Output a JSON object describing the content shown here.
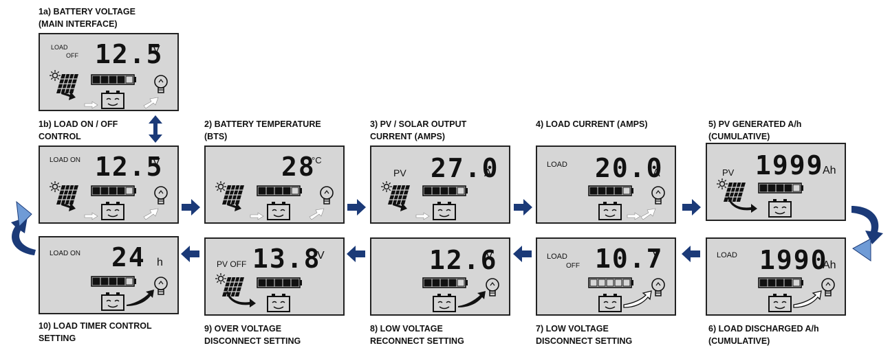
{
  "captions": {
    "c1a": [
      "1a) BATTERY VOLTAGE",
      "(MAIN INTERFACE)"
    ],
    "c1b": [
      "1b) LOAD ON / OFF",
      "CONTROL"
    ],
    "c2": [
      "2) BATTERY TEMPERATURE",
      "(BTS)"
    ],
    "c3": [
      "3) PV / SOLAR OUTPUT",
      "CURRENT (AMPS)"
    ],
    "c4": [
      "4) LOAD CURRENT (AMPS)"
    ],
    "c5": [
      "5) PV GENERATED A/h",
      "(CUMULATIVE)"
    ],
    "c6": [
      "6) LOAD DISCHARGED A/h",
      "(CUMULATIVE)"
    ],
    "c7": [
      "7) LOW VOLTAGE",
      "DISCONNECT SETTING"
    ],
    "c8": [
      "8) LOW VOLTAGE",
      "RECONNECT SETTING"
    ],
    "c9": [
      "9) OVER VOLTAGE",
      "DISCONNECT SETTING"
    ],
    "c10": [
      "10) LOAD TIMER CONTROL",
      "SETTING"
    ]
  },
  "panels": {
    "p1a": {
      "label1": "LOAD",
      "label2": "OFF",
      "value": "12.5",
      "unit": "V"
    },
    "p1b": {
      "label1": "LOAD ON",
      "value": "12.5",
      "unit": "V"
    },
    "p2": {
      "value": "28",
      "unit": "°C"
    },
    "p3": {
      "label1": "PV",
      "value": "27.0",
      "unit": "A"
    },
    "p4": {
      "label1": "LOAD",
      "value": "20.0",
      "unit": "A"
    },
    "p5": {
      "label1": "PV",
      "value": "1999",
      "unit": "Ah"
    },
    "p6": {
      "label1": "LOAD",
      "value": "1990",
      "unit": "Ah"
    },
    "p7": {
      "label1": "LOAD",
      "label2": "OFF",
      "value": "10.7",
      "unit": "V"
    },
    "p8": {
      "value": "12.6",
      "unit": "V"
    },
    "p9": {
      "label1": "PV OFF",
      "value": "13.8",
      "unit": "V"
    },
    "p10": {
      "label1": "LOAD ON",
      "value": "24",
      "unit": "h"
    }
  },
  "icons": {
    "solar": "solar-panel-icon",
    "battery_level": "battery-level-icon",
    "battery": "battery-icon",
    "bulb": "light-bulb-icon",
    "flow": "flow-arrow-icon"
  },
  "colors": {
    "arrow": "#1b3a78",
    "curve_arrow": "#6f9bd6",
    "lcd": "#d6d6d6",
    "border": "#222222"
  }
}
